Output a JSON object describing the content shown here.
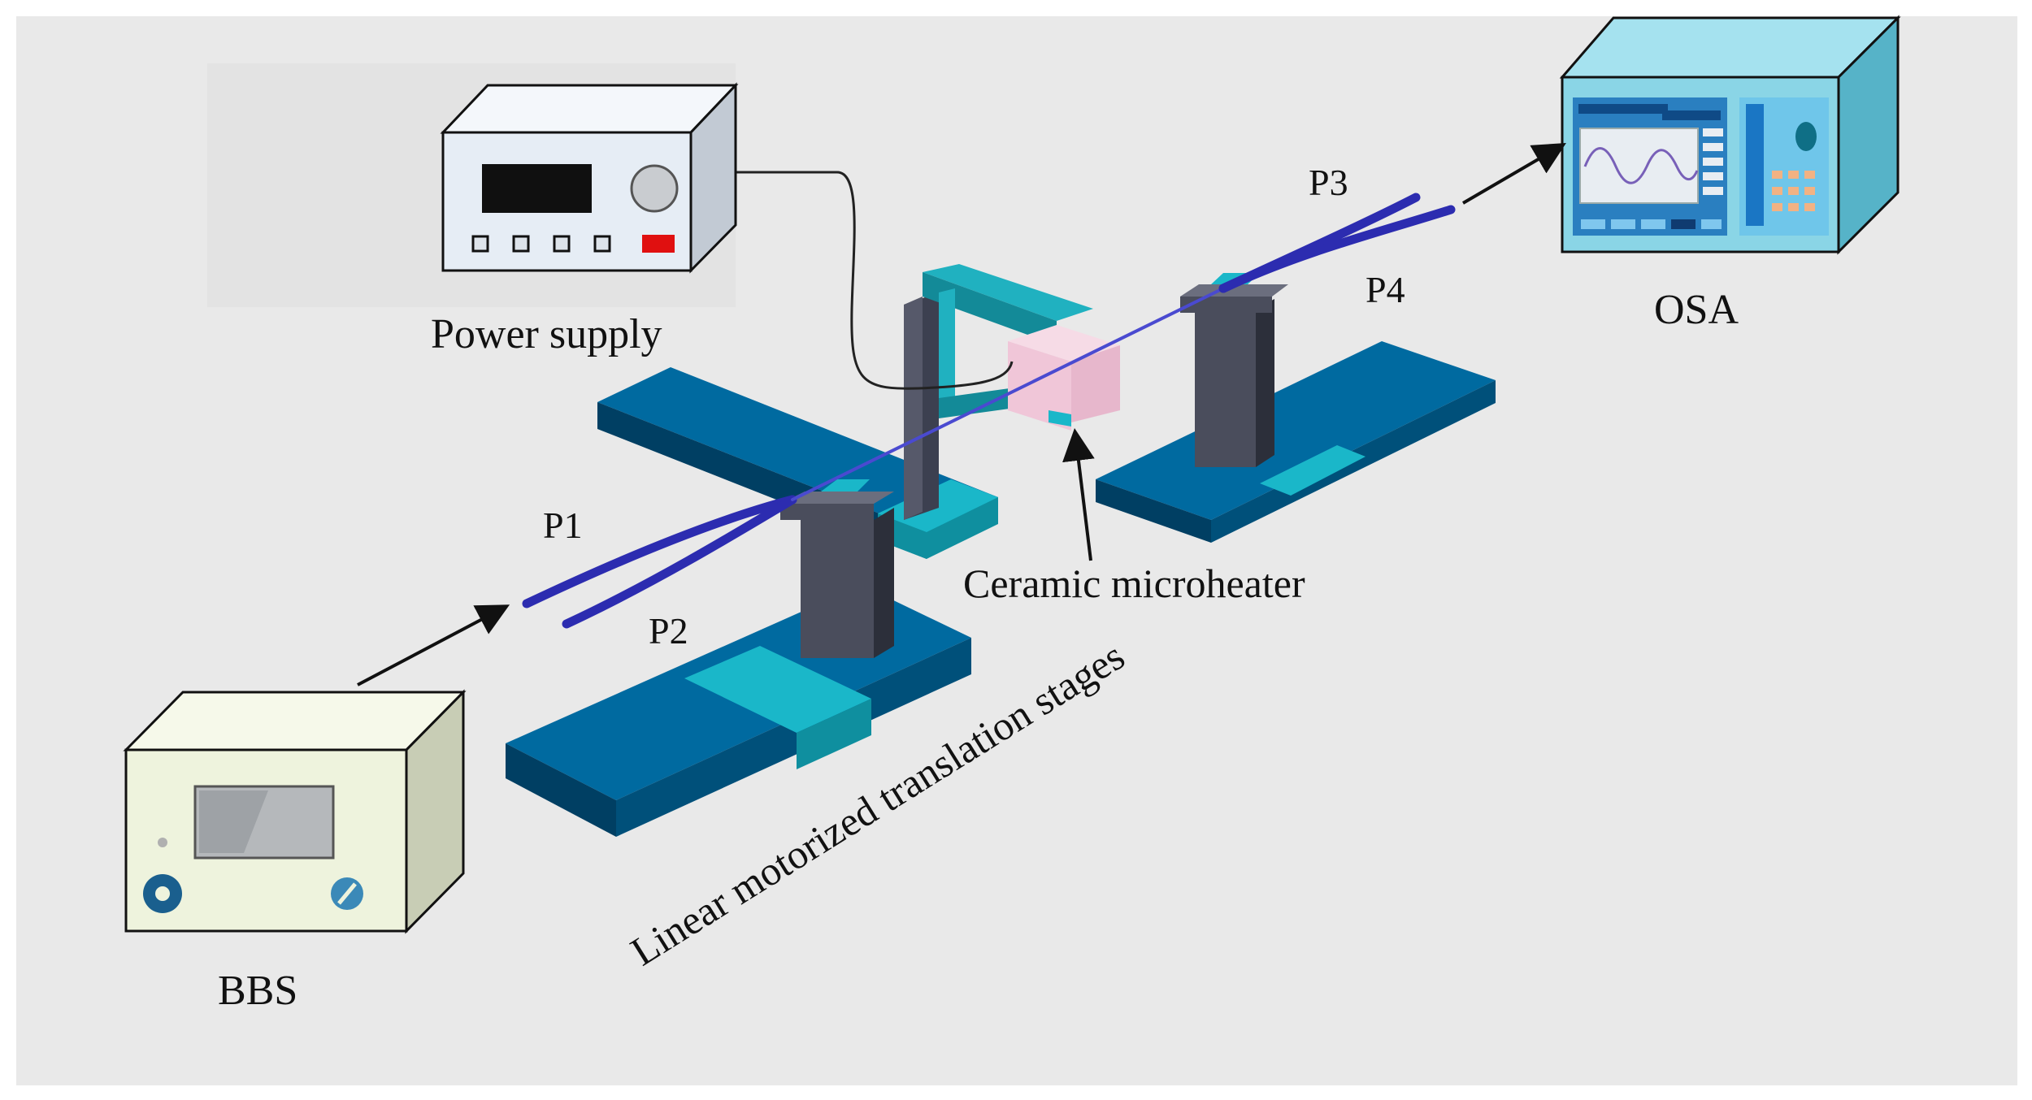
{
  "colors": {
    "background": "#e9e9e9",
    "stage_dark": "#005a87",
    "stage_top": "#006aa0",
    "stage_side": "#003f63",
    "stage_cyan": "#1ab7c9",
    "stage_cyan_side": "#0f8f9f",
    "post_front": "#4a4d5c",
    "post_side": "#2c2f3a",
    "post_top": "#6b6e7e",
    "bracket": "#20b1c0",
    "heater": "#f0c6d8",
    "fiber": "#2c2cb0",
    "bbs_body": "#eef3dd",
    "bbs_side": "#c8cdb5",
    "psu_body": "#e6edf5",
    "psu_side": "#c2cad4",
    "osa_body": "#8ad5e6",
    "osa_side": "#56b3c8",
    "osa_panel": "#1a76c4",
    "accent_red": "#e01010"
  },
  "labels": {
    "power_supply": "Power supply",
    "osa": "OSA",
    "bbs": "BBS",
    "p1": "P1",
    "p2": "P2",
    "p3": "P3",
    "p4": "P4",
    "ceramic_microheater": "Ceramic microheater",
    "translation_stages": "Linear motorized translation stages"
  },
  "icons": {
    "bbs": "broadband-source-icon",
    "power_supply": "power-supply-icon",
    "osa": "optical-spectrum-analyzer-icon"
  }
}
